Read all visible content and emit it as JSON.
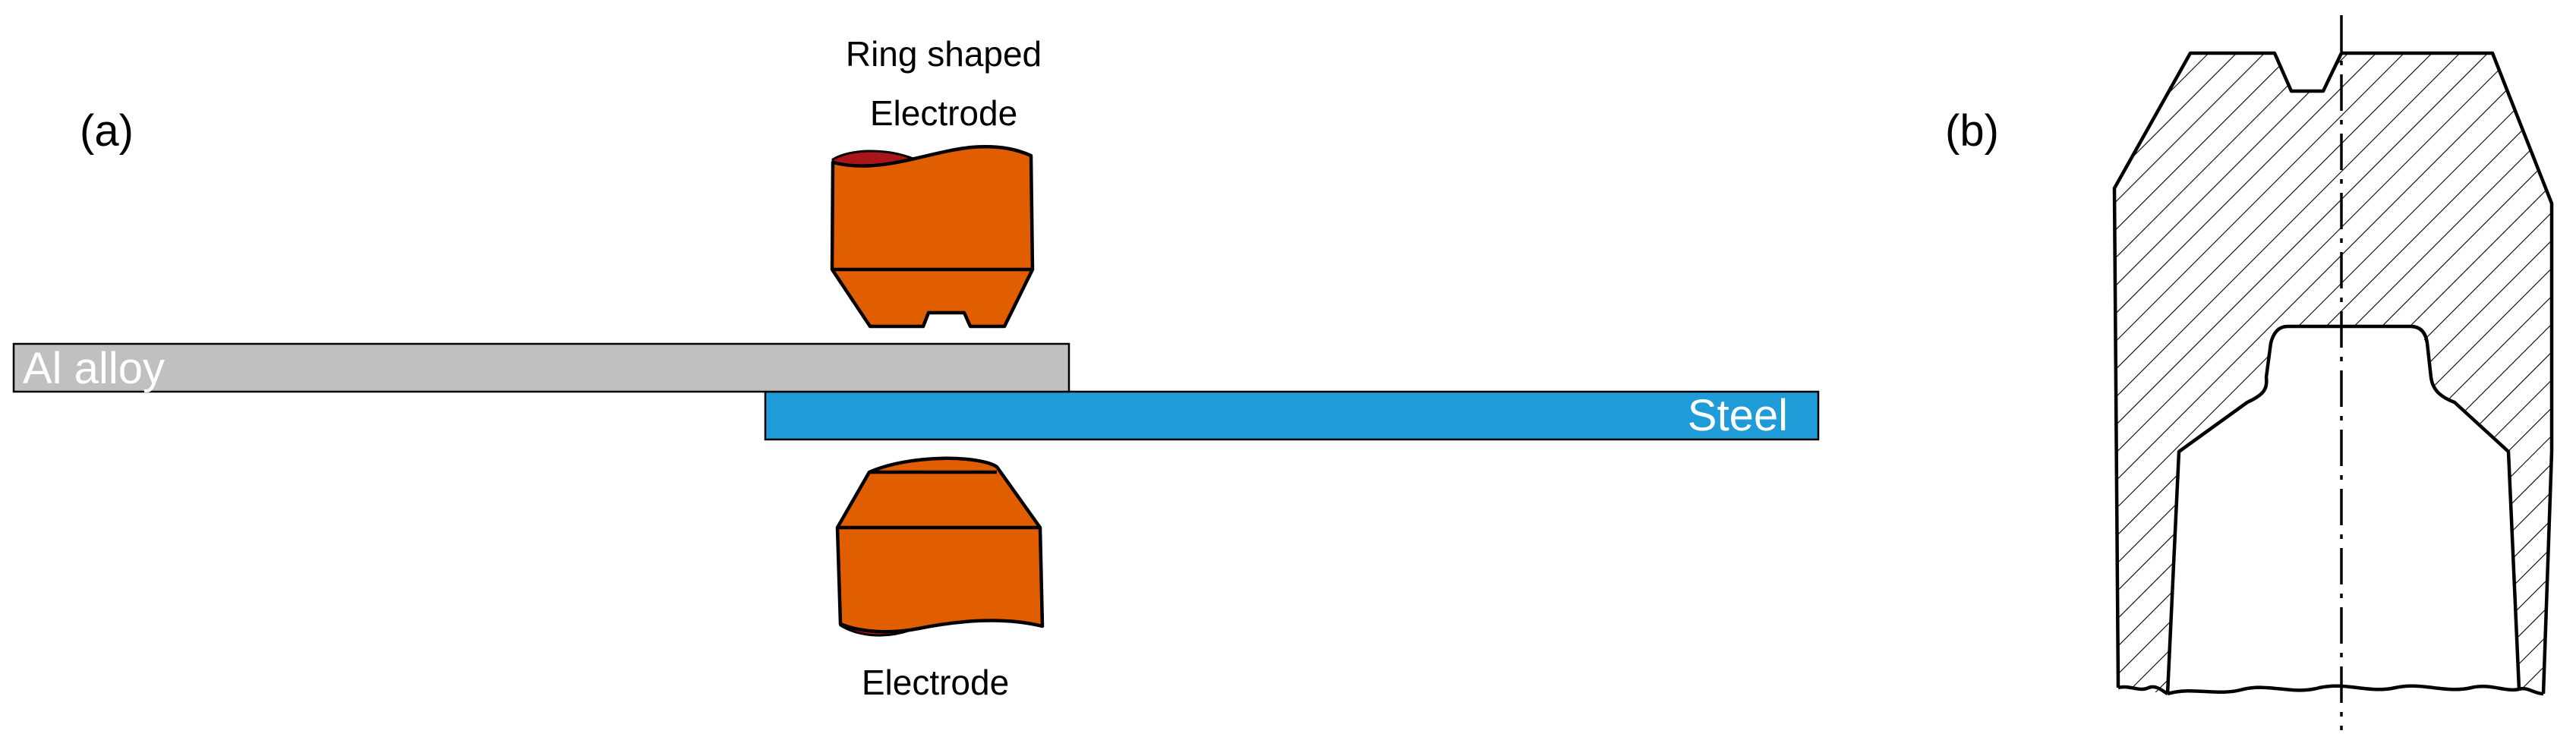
{
  "panel_a": {
    "label": "(a)",
    "top_electrode_label_line1": "Ring shaped",
    "top_electrode_label_line2": "Electrode",
    "bottom_electrode_label": "Electrode",
    "upper_sheet_label": "Al alloy",
    "lower_sheet_label": "Steel"
  },
  "panel_b": {
    "label": "(b)"
  },
  "colors": {
    "electrode": "#e05d00",
    "electrode_tip": "#a8161a",
    "aluminium": "#c0c0c0",
    "steel": "#1f9bd8",
    "outline": "#000000"
  }
}
